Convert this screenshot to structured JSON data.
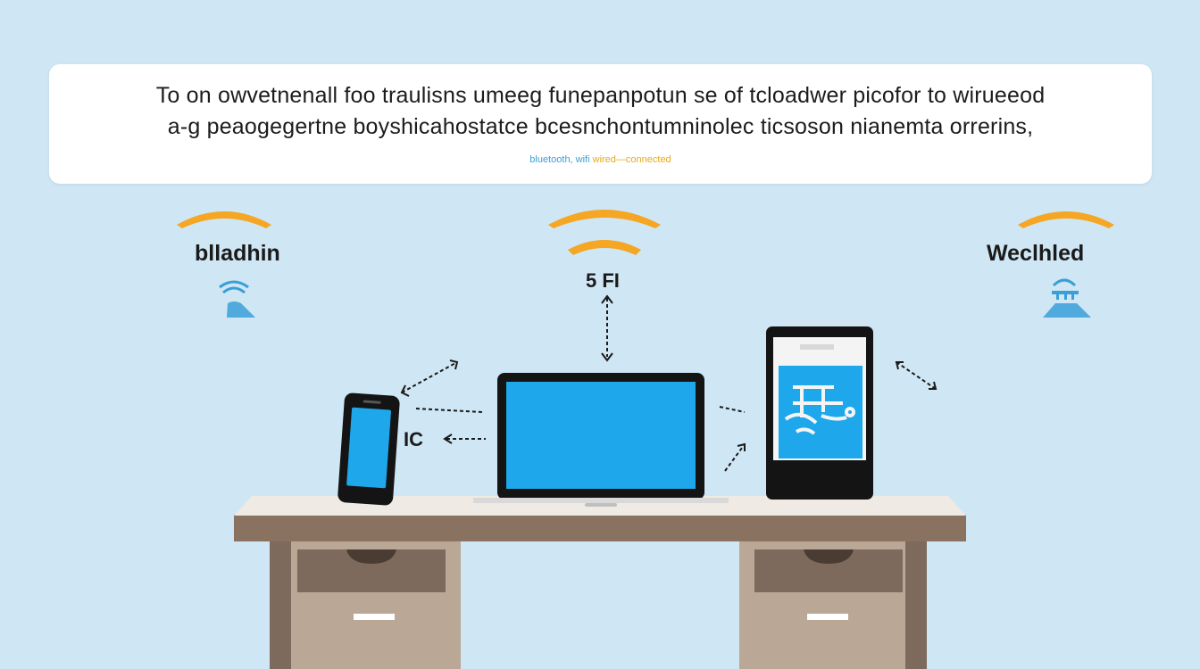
{
  "caption": {
    "line1": "To on owvetnenall foo traulisns umeeg funepanpotun se of tcloadwer picofor to wirueeod",
    "line2": "a-g peaogegertne boyshicahostatce bcesnchontumninolec ticsoson nianemta orrerins,",
    "sub_a": "bluetooth, wifi",
    "sub_b": "wired—connected"
  },
  "labels": {
    "left": "blladhin",
    "center": "5 FI",
    "right": "Weclhled",
    "phone_side": "IC"
  },
  "colors": {
    "background": "#cfe6f4",
    "signal": "#f5a623",
    "screen": "#1ea7ea",
    "icon_blue": "#3a9fd8",
    "desk_top": "#8a7260",
    "desk_body": "#bba795",
    "desk_drawer": "#7d6a5c",
    "device_frame": "#141414"
  },
  "icons": {
    "left": "bluetooth-icon",
    "center": "wifi-icon",
    "right": "wired-connection-icon"
  }
}
